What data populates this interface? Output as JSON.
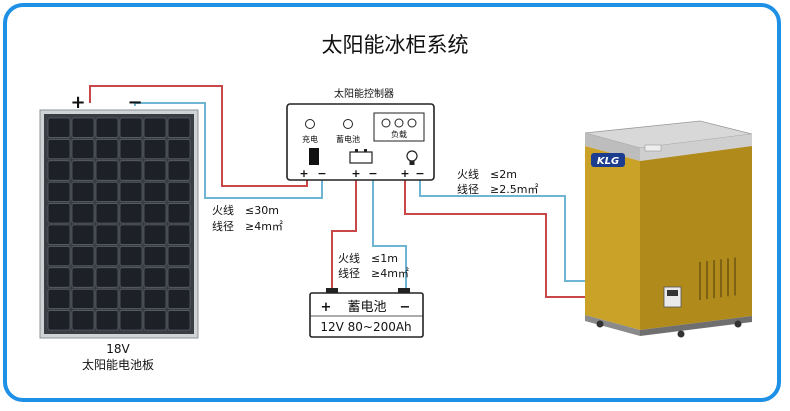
{
  "title": "太阳能冰柜系统",
  "controller": {
    "title": "太阳能控制器",
    "label_charge": "充电",
    "label_battery": "蓄电池",
    "label_load": "负载"
  },
  "panel": {
    "plus": "+",
    "minus": "−",
    "voltage": "18V",
    "name": "太阳能电池板"
  },
  "battery": {
    "name": "蓄电池",
    "spec": "12V 80~200Ah",
    "plus": "+",
    "minus": "−"
  },
  "freezer": {
    "brand": "KLG"
  },
  "wire_panel": {
    "live": "火线　≤30m",
    "gauge": "线径　≥4m㎡"
  },
  "wire_battery": {
    "live": "火线　≤1m",
    "gauge": "线径　≥4m㎡"
  },
  "wire_freezer": {
    "live": "火线　≤2m",
    "gauge": "线径　≥2.5m㎡"
  },
  "colors": {
    "frame": "#1e90e6",
    "positive_wire": "#c8484a",
    "negative_wire": "#6fb4d2",
    "freezer_body": "#c9a227"
  }
}
